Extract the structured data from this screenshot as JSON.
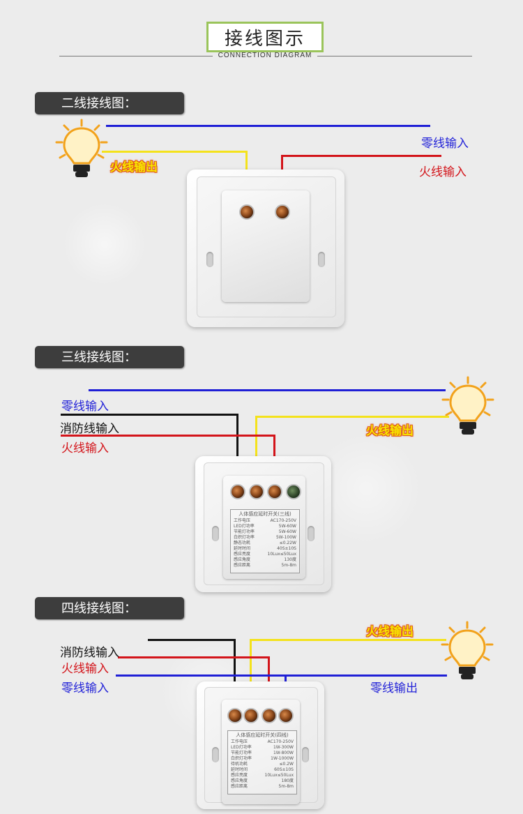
{
  "header": {
    "title": "接线图示",
    "subtitle": "CONNECTION DIAGRAM"
  },
  "colors": {
    "neutral": "#1f1fd6",
    "live": "#d3141a",
    "fire": "#111111",
    "output": "#f4e21b",
    "accent_border": "#9ac45a"
  },
  "two_wire": {
    "tag": "二线接线图：",
    "neutral_in": "零线输入",
    "live_in": "火线输入",
    "live_out": "火线输出"
  },
  "three_wire": {
    "tag": "三线接线图：",
    "neutral_in": "零线输入",
    "fire_in": "消防线输入",
    "live_in": "火线输入",
    "live_out": "火线输出",
    "device_label": {
      "title": "人体感应延时开关(三线)",
      "rows": [
        [
          "工作电压",
          "AC170-250V"
        ],
        [
          "LED灯功率",
          "5W-60W"
        ],
        [
          "节能灯功率",
          "5W-60W"
        ],
        [
          "白炽灯功率",
          "5W-100W"
        ],
        [
          "静态功耗",
          "≤0.22W"
        ],
        [
          "延时时间",
          "40S±10S"
        ],
        [
          "感应亮度",
          "10Lux≤50Lux"
        ],
        [
          "感应角度",
          "130度"
        ],
        [
          "感应距离",
          "5m-8m"
        ]
      ]
    }
  },
  "four_wire": {
    "tag": "四线接线图：",
    "fire_in": "消防线输入",
    "live_in": "火线输入",
    "neutral_in": "零线输入",
    "live_out": "火线输出",
    "neutral_out": "零线输出",
    "device_label": {
      "title": "人体感应延时开关(四线)",
      "rows": [
        [
          "工作电压",
          "AC170-250V"
        ],
        [
          "LED灯功率",
          "1W-300W"
        ],
        [
          "节能灯功率",
          "1W-800W"
        ],
        [
          "白炽灯功率",
          "1W-1000W"
        ],
        [
          "待机功耗",
          "≤0.2W"
        ],
        [
          "延时时间",
          "60S±10S"
        ],
        [
          "感应亮度",
          "10Lux≤50Lux"
        ],
        [
          "感应角度",
          "180度"
        ],
        [
          "感应距离",
          "5m-8m"
        ]
      ]
    }
  }
}
